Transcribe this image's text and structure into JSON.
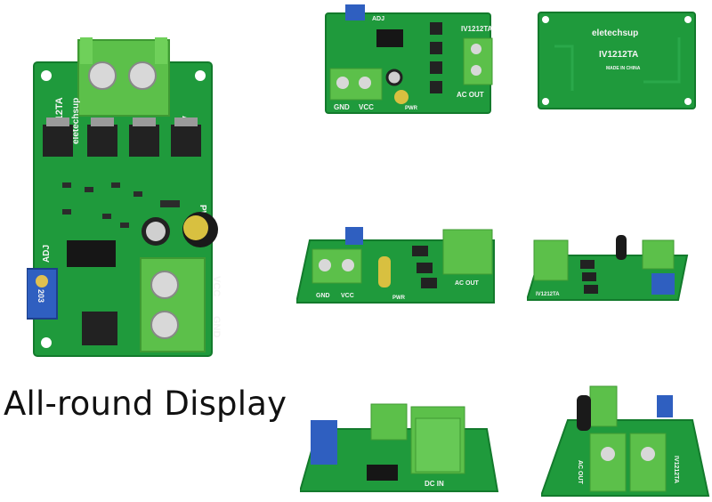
{
  "caption": "All-round Display",
  "board": {
    "model": "IV1212TA",
    "brand": "eletechsup",
    "made_in": "MADE IN CHINA",
    "labels": {
      "ac_out": "AC OUT",
      "adj": "ADJ",
      "pwr": "PWR",
      "gnd": "GND",
      "vcc": "VCC",
      "dc_in": "DC IN",
      "pot": "203"
    }
  },
  "colors": {
    "pcb_green": "#1f9a3c",
    "terminal_green": "#5cc04a",
    "pot_blue": "#2f5fc0",
    "background": "#ffffff"
  }
}
